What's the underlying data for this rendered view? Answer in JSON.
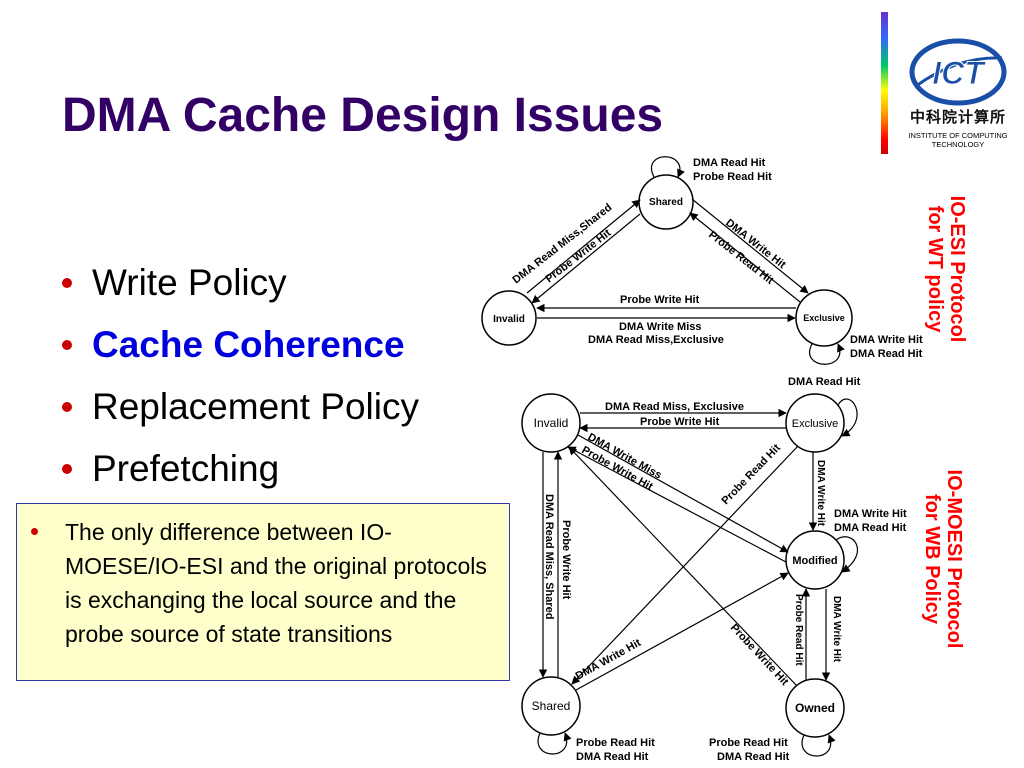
{
  "title": "DMA Cache Design Issues",
  "logo": {
    "mark": "ICT",
    "chinese_name": "中科院计算所",
    "english_line1": "INSTITUTE OF COMPUTING",
    "english_line2": "TECHNOLOGY"
  },
  "bullets": [
    {
      "text": "Write Policy",
      "highlight": false
    },
    {
      "text": "Cache Coherence",
      "highlight": true
    },
    {
      "text": "Replacement Policy",
      "highlight": false
    },
    {
      "text": "Prefetching",
      "highlight": false
    }
  ],
  "note": "The only difference between IO-MOESE/IO-ESI and the original protocols is exchanging the local source and the probe source of state transitions",
  "labels": {
    "esi_line1": "IO-ESI Protocol",
    "esi_line2": "for WT policy",
    "moesi_line1": "IO-MOESI Protocol",
    "moesi_line2": "for WB Policy"
  },
  "esi": {
    "states": {
      "shared": "Shared",
      "invalid": "Invalid",
      "exclusive": "Exclusive"
    },
    "shared_self_1": "DMA Read Hit",
    "shared_self_2": "Probe Read Hit",
    "inv_shared_1": "DMA Read Miss,Shared",
    "inv_shared_2": "Probe Write Hit",
    "shared_excl_1": "DMA Write Hit",
    "shared_excl_2": "Probe Read Hit",
    "inv_excl_top": "Probe Write Hit",
    "inv_excl_bot_1": "DMA Write Miss",
    "inv_excl_bot_2": "DMA Read Miss,Exclusive",
    "excl_self_1": "DMA Write Hit",
    "excl_self_2": "DMA Read Hit"
  },
  "moesi": {
    "states": {
      "invalid": "Invalid",
      "exclusive": "Exclusive",
      "modified": "Modified",
      "shared": "Shared",
      "owned": "Owned"
    },
    "excl_self": "DMA Read Hit",
    "inv_excl_1": "DMA Read Miss, Exclusive",
    "inv_excl_2": "Probe Write Hit",
    "inv_mod_1": "DMA Write Miss",
    "inv_mod_2": "Probe Write Hit",
    "excl_shared": "Probe Read Hit",
    "excl_mod": "DMA Write Hit",
    "mod_self_1": "DMA Write Hit",
    "mod_self_2": "DMA Read Hit",
    "inv_shared_1": "Probe Write Hit",
    "inv_shared_2": "DMA Read Miss, Shared",
    "owned_mod": "DMA Write Hit",
    "mod_owned": "Probe Read Hit",
    "shared_mod": "DMA Write Hit",
    "owned_inv": "Probe Write Hit",
    "shared_self_1": "Probe Read Hit",
    "shared_self_2": "DMA Read Hit",
    "owned_self_1": "Probe Read Hit",
    "owned_self_2": "DMA Read Hit"
  },
  "colors": {
    "title": "#330066",
    "highlight": "#0000dd",
    "bullet": "#cc0000",
    "protocol_label": "#ff0000",
    "note_bg": "#ffffcc",
    "logo": "#1a4fa8"
  }
}
